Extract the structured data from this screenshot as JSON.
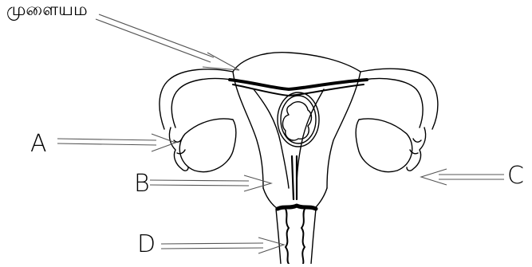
{
  "diagram": {
    "subject": "uterus-and-ovaries",
    "labels": {
      "top": "முளையம",
      "a": "A",
      "b": "B",
      "c": "C",
      "d": "D"
    },
    "colors": {
      "stroke": "#000000",
      "arrow": "#555555",
      "background": "#ffffff"
    }
  }
}
